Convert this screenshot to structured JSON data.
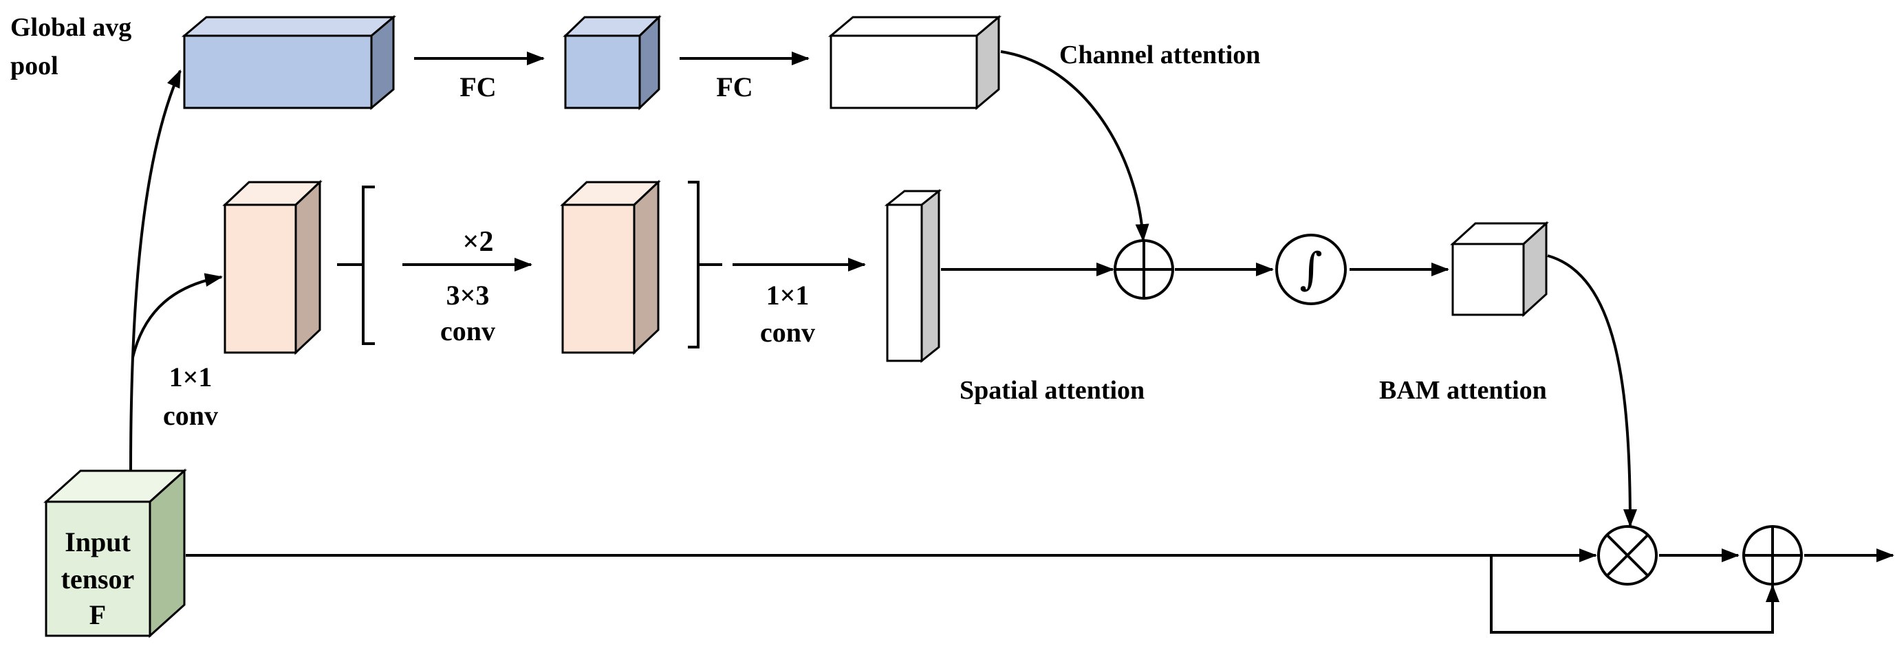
{
  "labels": {
    "global_avg_pool_line1": "Global avg",
    "global_avg_pool_line2": "pool",
    "fc_1": "FC",
    "fc_2": "FC",
    "channel_attention": "Channel attention",
    "conv1x1_left_line1": "1×1",
    "conv1x1_left_line2": "conv",
    "times_two": "×2",
    "conv3x3_line1": "3×3",
    "conv3x3_line2": "conv",
    "conv1x1_right_line1": "1×1",
    "conv1x1_right_line2": "conv",
    "spatial_attention": "Spatial attention",
    "bam_attention": "BAM attention",
    "input_line1": "Input",
    "input_line2": "tensor",
    "input_line3": "F",
    "sigmoid_symbol": "∫"
  },
  "colors": {
    "blue_front": "#b4c7e7",
    "blue_top": "#cdd8ef",
    "blue_side": "#7f8fb0",
    "peach_front": "#fce4d6",
    "peach_top": "#fdeee5",
    "peach_side": "#c3ada0",
    "white_front": "#ffffff",
    "gray_side": "#c8c8c8",
    "green_front": "#e2efda",
    "green_top": "#eef6e8",
    "green_side": "#a9c09b"
  }
}
